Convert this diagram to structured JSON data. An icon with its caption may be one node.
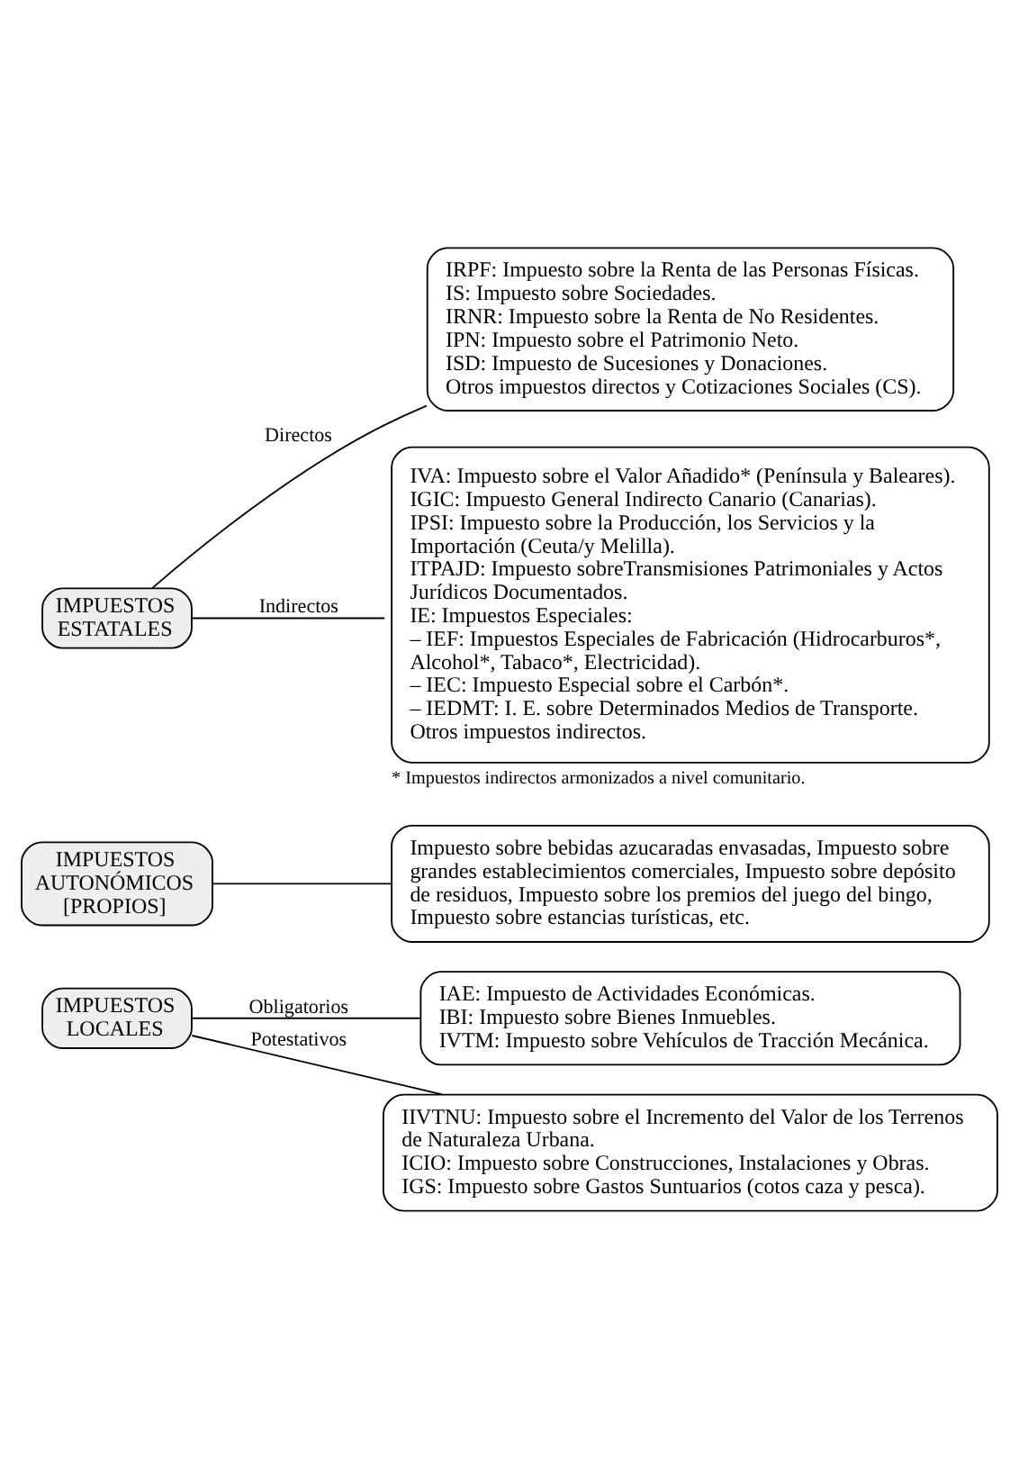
{
  "diagram": {
    "nodes": [
      {
        "text": [
          "IMPUESTOS ESTATALES"
        ]
      },
      {
        "text": [
          "IRPF: Impuesto sobre la Renta de las Personas Físicas.",
          "IS: Impuesto sobre Sociedades.",
          "IRNR: Impuesto sobre la Renta de No Residentes.",
          "IPN: Impuesto sobre el Patrimonio Neto.",
          "ISD: Impuesto de Sucesiones y Donaciones.",
          "Otros impuestos directos y Cotizaciones Sociales (CS)."
        ]
      },
      {
        "text": [
          "IVA: Impuesto sobre el Valor Añadido* (Península y Baleares).",
          "IGIC: Impuesto General Indirecto Canario (Canarias).",
          "IPSI: Impuesto sobre la Producción, los Servicios y la Importación (Ceuta/y Melilla).",
          "ITPAJD: Impuesto sobreTransmisiones Patrimoniales y Actos Jurídicos Documentados.",
          "IE: Impuestos Especiales:",
          "– IEF: Impuestos Especiales de Fabricación (Hidrocarburos*, Alcohol*, Tabaco*, Electricidad).",
          "– IEC: Impuesto Especial sobre el Carbón*.",
          "– IEDMT: I. E. sobre Determinados Medios de Transporte.",
          "Otros impuestos indirectos."
        ],
        "beside": [
          "* Impuestos indirectos armonizados a nivel comunitario."
        ]
      },
      {
        "text": [
          "IMPUESTOS AUTONÓMICOS [PROPIOS]"
        ]
      },
      {
        "text": [
          "Impuesto sobre bebidas azucaradas envasadas, Impuesto sobre grandes establecimientos comerciales, Impuesto sobre depósito de residuos, Impuesto sobre los premios del juego del bingo, Impuesto sobre estancias turísticas, etc."
        ]
      },
      {
        "text": [
          "IMPUESTOS LOCALES"
        ]
      },
      {
        "text": [
          "IAE: Impuesto de Actividades Económicas.",
          "IBI: Impuesto sobre Bienes Inmuebles.",
          "IVTM: Impuesto sobre Vehículos de Tracción Mecánica."
        ]
      },
      {
        "text": [
          "IIVTNU: Impuesto sobre el Incremento del Valor de los Terrenos de Naturaleza Urbana.",
          "ICIO: Impuesto sobre Construcciones, Instalaciones y Obras.",
          "IGS: Impuesto sobre Gastos Suntuarios (cotos caza y pesca)."
        ]
      }
    ],
    "edges": [
      {
        "from": 0,
        "to": 1,
        "arrow": "none",
        "label": "Directos"
      },
      {
        "from": 0,
        "to": 2,
        "arrow": "none",
        "label": "Indirectos"
      },
      {
        "from": 3,
        "to": 4,
        "arrow": "none"
      },
      {
        "from": 5,
        "to": 6,
        "arrow": "none",
        "label": "Obligatorios"
      },
      {
        "from": 5,
        "to": 7,
        "arrow": "none",
        "label": "Potestativos"
      }
    ]
  }
}
